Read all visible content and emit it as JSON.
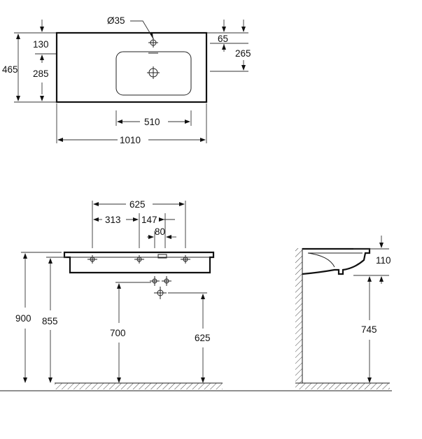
{
  "drawing": {
    "top_view": {
      "hole_diameter": "Ø35",
      "dims": {
        "total_depth": "465",
        "tap_offset": "130",
        "bowl_depth": "285",
        "right_offset": "65",
        "right_depth": "265",
        "bowl_width": "510",
        "total_width": "1010"
      }
    },
    "front_view": {
      "dims": {
        "outer_span": "625",
        "left_offset": "313",
        "center_offset": "147",
        "drain_width": "80",
        "total_height": "900",
        "rim_height": "855",
        "drain_height": "700",
        "waste_height": "625"
      }
    },
    "side_view": {
      "dims": {
        "bowl_depth": "110",
        "mount_height": "745"
      }
    }
  }
}
